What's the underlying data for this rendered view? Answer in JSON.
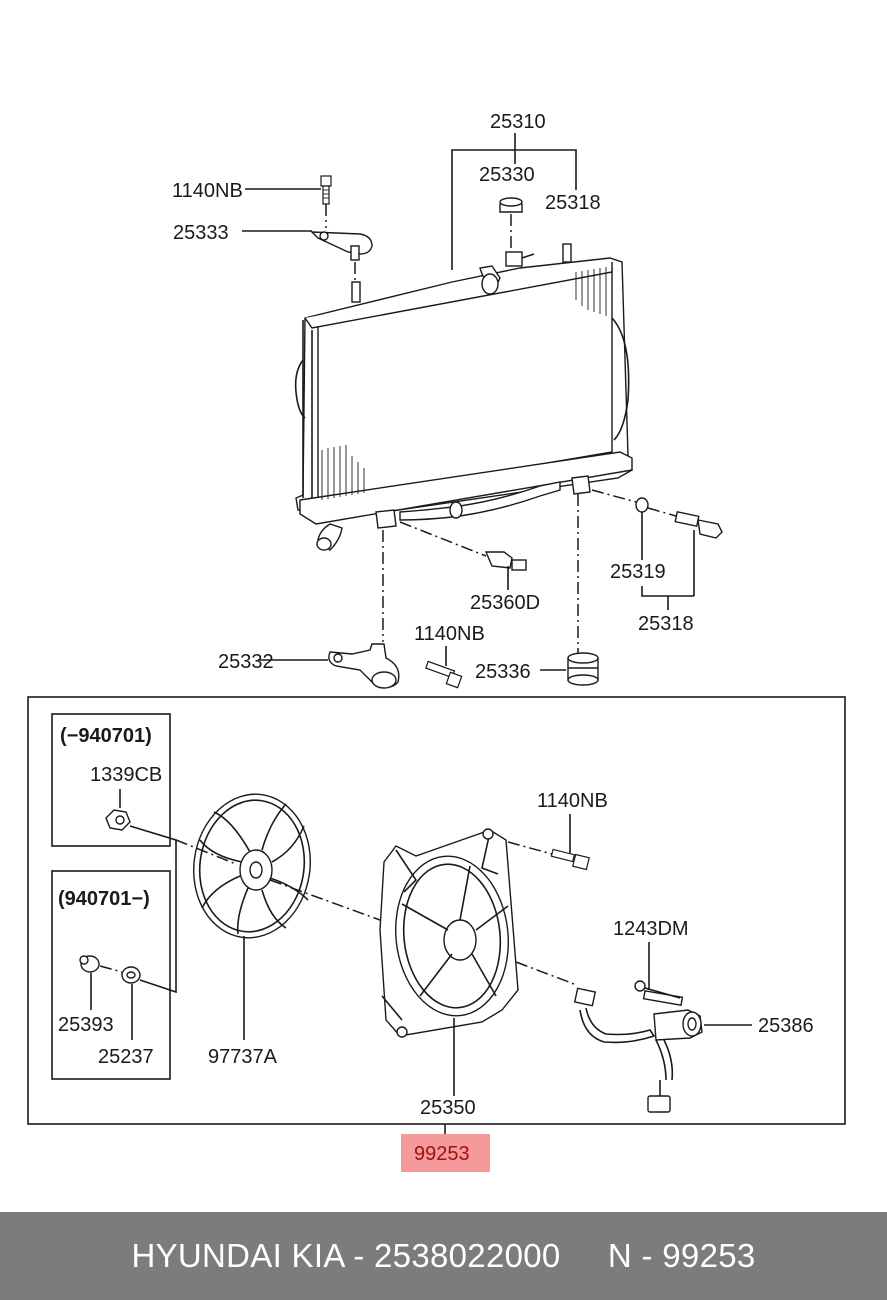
{
  "labels": {
    "p25310": "25310",
    "p25330": "25330",
    "p25318_top": "25318",
    "p1140NB_top": "1140NB",
    "p25333": "25333",
    "p25319": "25319",
    "p25318_bottom": "25318",
    "p25360D": "25360D",
    "p1140NB_mid": "1140NB",
    "p25332": "25332",
    "p25336": "25336",
    "p1140NB_fan": "1140NB",
    "p1243DM": "1243DM",
    "p25386": "25386",
    "p25350": "25350",
    "p97737A": "97737A",
    "p1339CB": "1339CB",
    "p25393": "25393",
    "p25237": "25237"
  },
  "inset_boxes": {
    "early": "(−940701)",
    "late": "(940701−)"
  },
  "highlight": {
    "label": "99253",
    "color": "#f49a9a"
  },
  "footer": {
    "text": "HYUNDAI KIA - 2538022000     N - 99253",
    "background": "#7c7c7c"
  }
}
